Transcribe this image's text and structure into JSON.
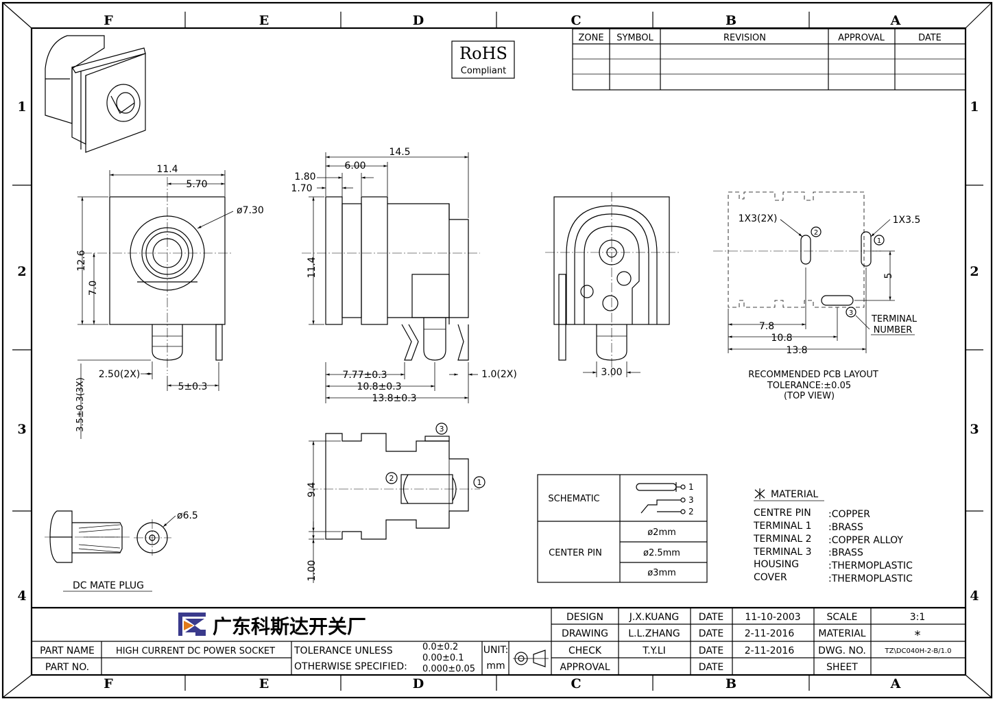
{
  "zones": {
    "top": [
      "F",
      "E",
      "D",
      "C",
      "B",
      "A"
    ],
    "bottom": [
      "F",
      "E",
      "D",
      "C",
      "B",
      "A"
    ],
    "left": [
      "1",
      "2",
      "3",
      "4"
    ],
    "right": [
      "1",
      "2",
      "3",
      "4"
    ]
  },
  "rohs": {
    "line1": "RoHS",
    "line2": "Compliant"
  },
  "revision_table": {
    "headers": [
      "ZONE",
      "SYMBOL",
      "REVISION",
      "APPROVAL",
      "DATE"
    ]
  },
  "front_view": {
    "dims": {
      "width": "11.4",
      "half_width": "5.70",
      "diameter": "ø7.30",
      "height": "12.6",
      "center_height": "7.0",
      "pin_spacing": "2.50(2X)",
      "pin_length": "3.5±0.3(3X)",
      "pin_offset": "5±0.3"
    }
  },
  "side_view": {
    "dims": {
      "total_length": "14.5",
      "front_depth": "6.00",
      "flange1": "1.80",
      "flange2": "1.70",
      "height": "11.4",
      "pin1": "7.77±0.3",
      "pin2": "10.8±0.3",
      "pin3": "13.8±0.3",
      "pin_width": "1.0(2X)"
    }
  },
  "rear_view": {
    "dims": {
      "pin_width": "3.00"
    }
  },
  "pcb_layout": {
    "slot2": "1X3(2X)",
    "slot1": "1X3.5",
    "circle1": "1",
    "circle2": "2",
    "circle3": "3",
    "vertical_dim": "5",
    "terminal_label_1": "TERMINAL",
    "terminal_label_2": "NUMBER",
    "dim1": "7.8",
    "dim2": "10.8",
    "dim3": "13.8",
    "caption_1": "RECOMMENDED PCB LAYOUT",
    "caption_2": "TOLERANCE:±0.05",
    "caption_3": "(TOP VIEW)"
  },
  "bottom_view": {
    "dims": {
      "height": "9.4",
      "base": "1.00"
    },
    "circle1": "1",
    "circle2": "2",
    "circle3": "3"
  },
  "mate_plug": {
    "diameter": "ø6.5",
    "label": "DC MATE PLUG"
  },
  "schematic_table": {
    "schematic_label": "SCHEMATIC",
    "pin_numbers": [
      "1",
      "3",
      "2"
    ],
    "center_pin_label": "CENTER PIN",
    "pins": [
      "ø2mm",
      "ø2.5mm",
      "ø3mm"
    ]
  },
  "material": {
    "title": "MATERIAL",
    "rows": [
      {
        "part": "CENTRE PIN",
        "value": ":COPPER"
      },
      {
        "part": "TERMINAL 1",
        "value": ":BRASS"
      },
      {
        "part": "TERMINAL 2",
        "value": ":COPPER ALLOY"
      },
      {
        "part": "TERMINAL 3",
        "value": ":BRASS"
      },
      {
        "part": "HOUSING",
        "value": ":THERMOPLASTIC"
      },
      {
        "part": "COVER",
        "value": ":THERMOPLASTIC"
      }
    ]
  },
  "title_block": {
    "company": "广东科斯达开关厂",
    "part_name_label": "PART NAME",
    "part_name": "HIGH CURRENT DC POWER SOCKET",
    "part_no_label": "PART NO.",
    "tolerance_1": "TOLERANCE UNLESS",
    "tolerance_2": "OTHERWISE SPECIFIED:",
    "tol_a": "0.0±0.2",
    "tol_b": "0.00±0.1",
    "tol_c": "0.000±0.05",
    "unit_label": "UNIT:",
    "unit": "mm",
    "design_label": "DESIGN",
    "design": "J.X.KUANG",
    "drawing_label": "DRAWING",
    "drawing": "L.L.ZHANG",
    "check_label": "CHECK",
    "check": "T.Y.LI",
    "approval_label": "APPROVAL",
    "date_label": "DATE",
    "design_date": "11-10-2003",
    "drawing_date": "2-11-2016",
    "check_date": "2-11-2016",
    "scale_label": "SCALE",
    "scale": "3:1",
    "material_label": "MATERIAL",
    "material_value": "*",
    "dwg_label": "DWG. NO.",
    "dwg_no": "TZ\\DC040H-2-B/1.0",
    "sheet_label": "SHEET"
  }
}
